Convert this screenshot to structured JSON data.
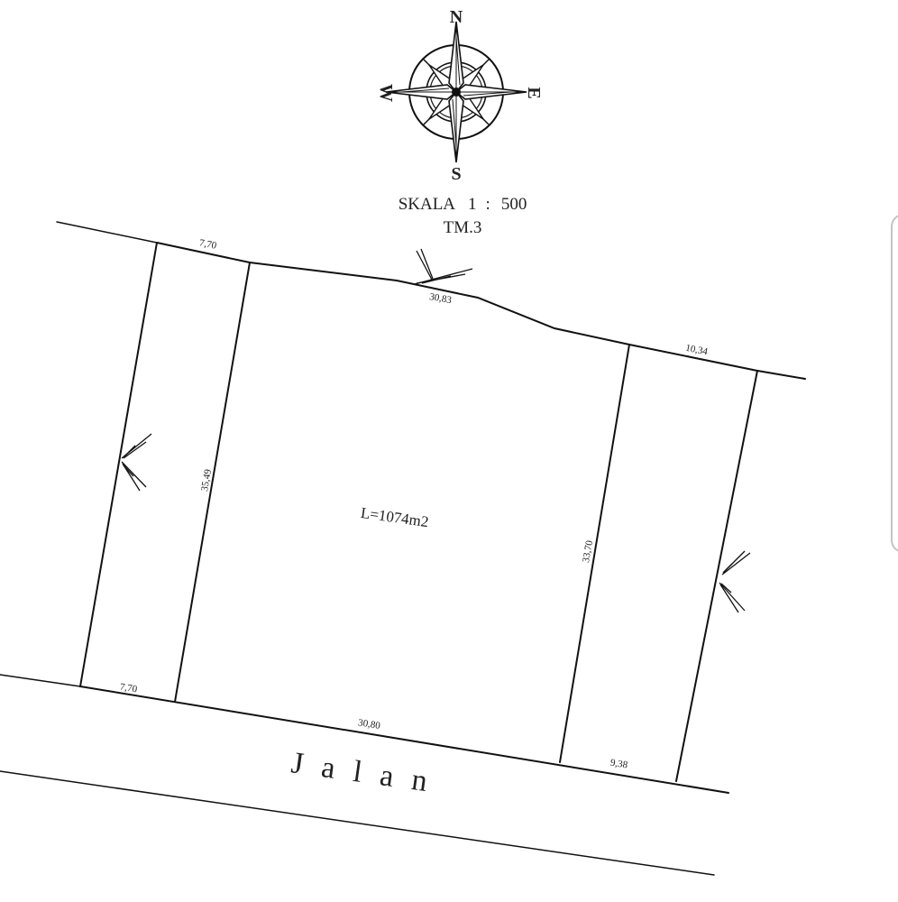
{
  "compass": {
    "north": "N",
    "south": "S",
    "east": "E",
    "west": "W"
  },
  "scale": {
    "label": "SKALA",
    "ratio_left": "1",
    "separator": ":",
    "ratio_right": "500",
    "subtitle": "TM.3"
  },
  "parcel": {
    "area_label": "L=1074m2"
  },
  "dimensions": {
    "top_left_width": "7,70",
    "top_middle_width": "30,83",
    "top_right_width": "10,34",
    "left_depth": "35,49",
    "right_depth": "33,70",
    "bottom_left_width": "7,70",
    "bottom_middle_width": "30,80",
    "bottom_right_width": "9,38"
  },
  "road": {
    "name": "J a l a n"
  },
  "colors": {
    "line": "#111111",
    "background": "#ffffff",
    "panel_border": "#c4c4c4"
  }
}
